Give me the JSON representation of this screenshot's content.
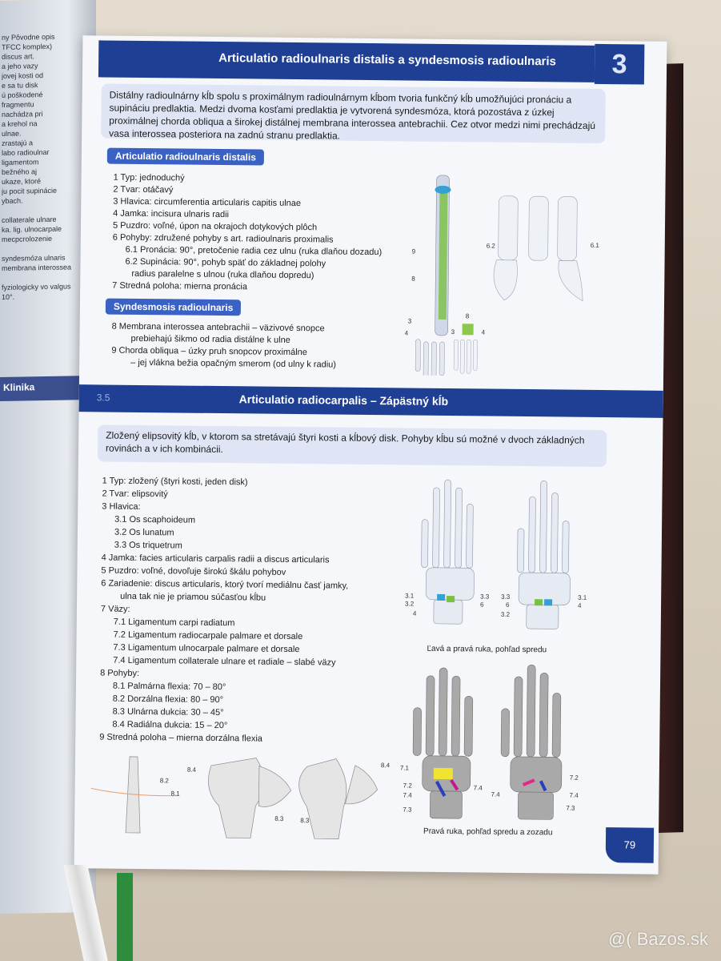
{
  "header": {
    "title": "Articulatio radioulnaris distalis a syndesmosis radioulnaris",
    "chapter": "3"
  },
  "intro1": "Distálny radioulnárny kĺb spolu s proximálnym radioulnárnym kĺbom tvoria funkčný kĺb umožňujúci pronáciu a supináciu predlaktia. Medzi dvoma kosťami predlaktia je vytvorená syndesmóza, ktorá pozostáva z úzkej proximálnej chorda obliqua a širokej distálnej membrana interossea antebrachii. Cez otvor medzi nimi prechádzajú vasa interossea posteriora na zadnú stranu predlaktia.",
  "section_a": {
    "title": "Articulatio radioulnaris distalis",
    "items": [
      "1 Typ: jednoduchý",
      "2 Tvar: otáčavý",
      "3 Hlavica: circumferentia articularis capitis ulnae",
      "4 Jamka: incisura ulnaris radii",
      "5 Puzdro: voľné, úpon na okrajoch dotykových plôch",
      "6 Pohyby: združené pohyby s art. radioulnaris proximalis",
      "6.1 Pronácia: 90°, pretočenie radia cez ulnu (ruka dlaňou dozadu)",
      "6.2 Supinácia: 90°, pohyb späť do základnej polohy",
      "radius paralelne s ulnou (ruka dlaňou dopredu)",
      "7 Stredná poloha: mierna pronácia"
    ]
  },
  "section_b": {
    "title": "Syndesmosis radioulnaris",
    "items": [
      "8 Membrana interossea antebrachii – väzivové snopce",
      "prebiehajú šikmo od radia distálne k ulne",
      "9 Chorda obliqua – úzky pruh snopcov proximálne",
      "– jej vlákna bežia opačným smerom (od ulny k radiu)"
    ]
  },
  "section2": {
    "number": "3.5",
    "title": "Articulatio radiocarpalis – Zápästný kĺb",
    "intro": "Zložený elipsovitý kĺb, v ktorom sa stretávajú štyri kosti a kĺbový disk. Pohyby kĺbu sú možné v dvoch základných rovinách a v ich kombinácii.",
    "items": [
      "1 Typ: zložený (štyri kosti, jeden disk)",
      "2 Tvar: elipsovitý",
      "3 Hlavica:",
      "3.1 Os scaphoideum",
      "3.2 Os lunatum",
      "3.3 Os triquetrum",
      "4 Jamka: facies articularis carpalis radii a discus articularis",
      "5 Puzdro: voľné, dovoľuje širokú škálu pohybov",
      "6 Zariadenie: discus articularis, ktorý tvorí mediálnu časť jamky,",
      "ulna tak nie je priamou súčasťou kĺbu",
      "7 Väzy:",
      "7.1 Ligamentum carpi radiatum",
      "7.2 Ligamentum radiocarpale palmare et dorsale",
      "7.3 Ligamentum ulnocarpale palmare et dorsale",
      "7.4 Ligamentum collaterale ulnare et radiale – slabé väzy",
      "8 Pohyby:",
      "8.1 Palmárna flexia: 70 – 80°",
      "8.2 Dorzálna flexia: 80 – 90°",
      "8.3 Ulnárna dukcia: 30 – 45°",
      "8.4 Radiálna dukcia: 15 – 20°",
      "9 Stredná poloha – mierna dorzálna flexia"
    ]
  },
  "captions": {
    "hands_front": "Ľavá a pravá ruka, pohľad spredu",
    "hands_back": "Pravá ruka, pohľad spredu a zozadu"
  },
  "page_number": "79",
  "watermark": "@( Bazos.sk",
  "left_page": {
    "heading": "Klinika",
    "lines": [
      "ny   Pôvodne opis",
      "TFCC komplex)",
      "discus art.",
      "a jeho vazy",
      "jovej kosti od",
      "e sa tu disk",
      "ú poškodené",
      "fragmentu",
      "nachádza pri",
      "a krehol na",
      "ulnae.",
      "zrastajú a",
      "labo radioulnar",
      "ligamentom",
      "bežného aj",
      "ukaze, ktoré",
      "ju pocit supinácie",
      "ybach.",
      "",
      "collaterale ulnare",
      "ka. lig. ulnocarpale",
      "mecpcrolozenie",
      "",
      "syndesmóza ulnaris",
      "membrana interossea",
      "",
      "fyziologicky vo valgus",
      "10°."
    ]
  }
}
